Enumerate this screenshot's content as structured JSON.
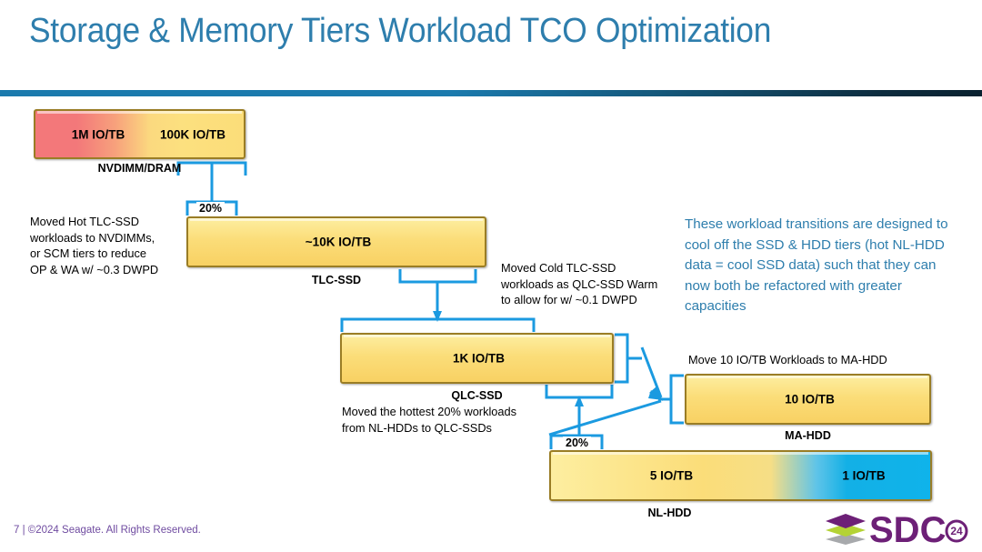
{
  "header": {
    "title": "Storage & Memory Tiers Workload TCO Optimization"
  },
  "tiers": [
    {
      "id": "nvdimm",
      "label": "NVDIMM/DRAM",
      "segments": [
        {
          "value": "1M IO/TB"
        },
        {
          "value": "100K IO/TB"
        }
      ]
    },
    {
      "id": "tlc",
      "label": "TLC-SSD",
      "segments": [
        {
          "value": "~10K IO/TB"
        }
      ]
    },
    {
      "id": "qlc",
      "label": "QLC-SSD",
      "segments": [
        {
          "value": "1K IO/TB"
        }
      ]
    },
    {
      "id": "mahdd",
      "label": "MA-HDD",
      "segments": [
        {
          "value": "10 IO/TB"
        }
      ]
    },
    {
      "id": "nlhdd",
      "label": "NL-HDD",
      "segments": [
        {
          "value": "5 IO/TB"
        },
        {
          "value": "1 IO/TB"
        }
      ]
    }
  ],
  "notes": {
    "hot_tlc": "Moved Hot TLC-SSD\nworkloads to NVDIMMs,\nor SCM tiers to reduce\nOP & WA w/ ~0.3 DWPD",
    "cold_tlc": "Moved Cold TLC-SSD\nworkloads as QLC-SSD Warm\nto allow for w/ ~0.1 DWPD",
    "hottest_20": "Moved the hottest 20% workloads\nfrom NL-HDDs to QLC-SSDs",
    "move_mahdd": "Move 10 IO/TB Workloads to MA-HDD",
    "summary": "These workload transitions are designed to cool off the SSD & HDD tiers (hot NL-HDD data = cool SSD data) such that they can now both be refactored with greater capacities"
  },
  "percent_labels": {
    "nvdimm_from_tlc": "20%",
    "qlc_from_nlhdd": "20%"
  },
  "footer": {
    "copyright": "7 | ©2024 Seagate. All Rights Reserved.",
    "logo_text": "SDC",
    "logo_badge": "24"
  },
  "colors": {
    "title": "#2e7ead",
    "header_bar_start": "#1b7aad",
    "header_bar_end": "#0a2230",
    "connector": "#1b9ae0",
    "tier_yellow": "#fbdd79",
    "tier_hot": "#f3787a",
    "tier_cold": "#13b0e6",
    "footer_text": "#6f4ba0",
    "logo_purple": "#6d2077",
    "logo_green": "#b4d335",
    "logo_gray": "#a7a9ac"
  }
}
